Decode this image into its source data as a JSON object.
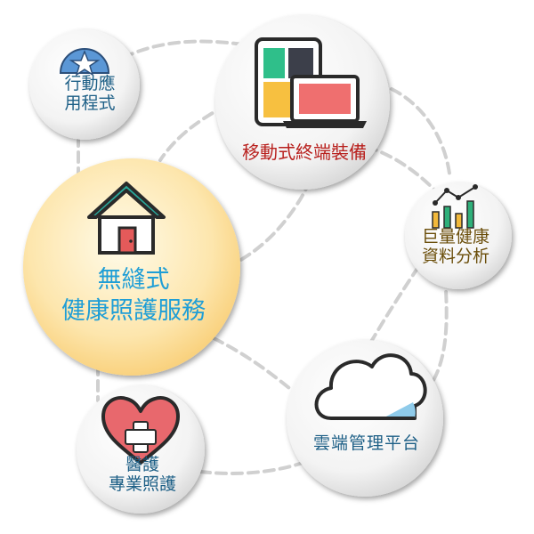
{
  "nodes": {
    "app": {
      "lines": [
        "行動應",
        "用程式"
      ]
    },
    "device": {
      "text": "移動式終端裝備"
    },
    "bigdata": {
      "lines": [
        "巨量健康",
        "資料分析"
      ]
    },
    "main": {
      "lines": [
        "無縫式",
        "健康照護服務"
      ]
    },
    "cloud": {
      "text": "雲端管理平台"
    },
    "medical": {
      "lines": [
        "醫護",
        "專業照護"
      ]
    }
  },
  "colors": {
    "main_text": "#1f9ed6",
    "device_text": "#b8201d",
    "bigdata_text": "#6b4e0a",
    "node_text": "#1d5f86",
    "main_fill": "#fcd98a",
    "house_roof": "#2aa79a",
    "heart": "#e8686d",
    "cloud_accent": "#8fcbea"
  }
}
